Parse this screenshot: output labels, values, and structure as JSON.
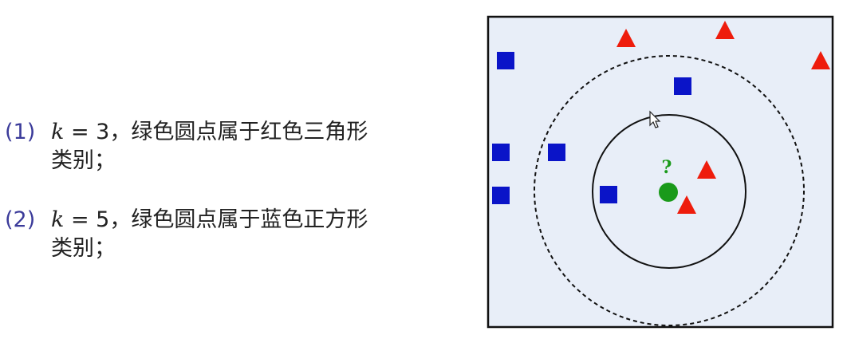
{
  "items": [
    {
      "marker": "(1)",
      "k_var": "k",
      "k_eq": " = 3",
      "text_line1": "，绿色圆点属于红色三角形",
      "text_line2": "类别；"
    },
    {
      "marker": "(2)",
      "k_var": "k",
      "k_eq": " = 5",
      "text_line1": "，绿色圆点属于蓝色正方形",
      "text_line2": "类别；"
    }
  ],
  "diagram": {
    "query_label": "?",
    "colors": {
      "background": "#e8eef8",
      "border": "#111111",
      "square": "#0a14c8",
      "triangle": "#ee1c0c",
      "query_point": "#1a9a1a",
      "circle": "#111111"
    },
    "icons": [
      "mouse-cursor-icon"
    ]
  }
}
